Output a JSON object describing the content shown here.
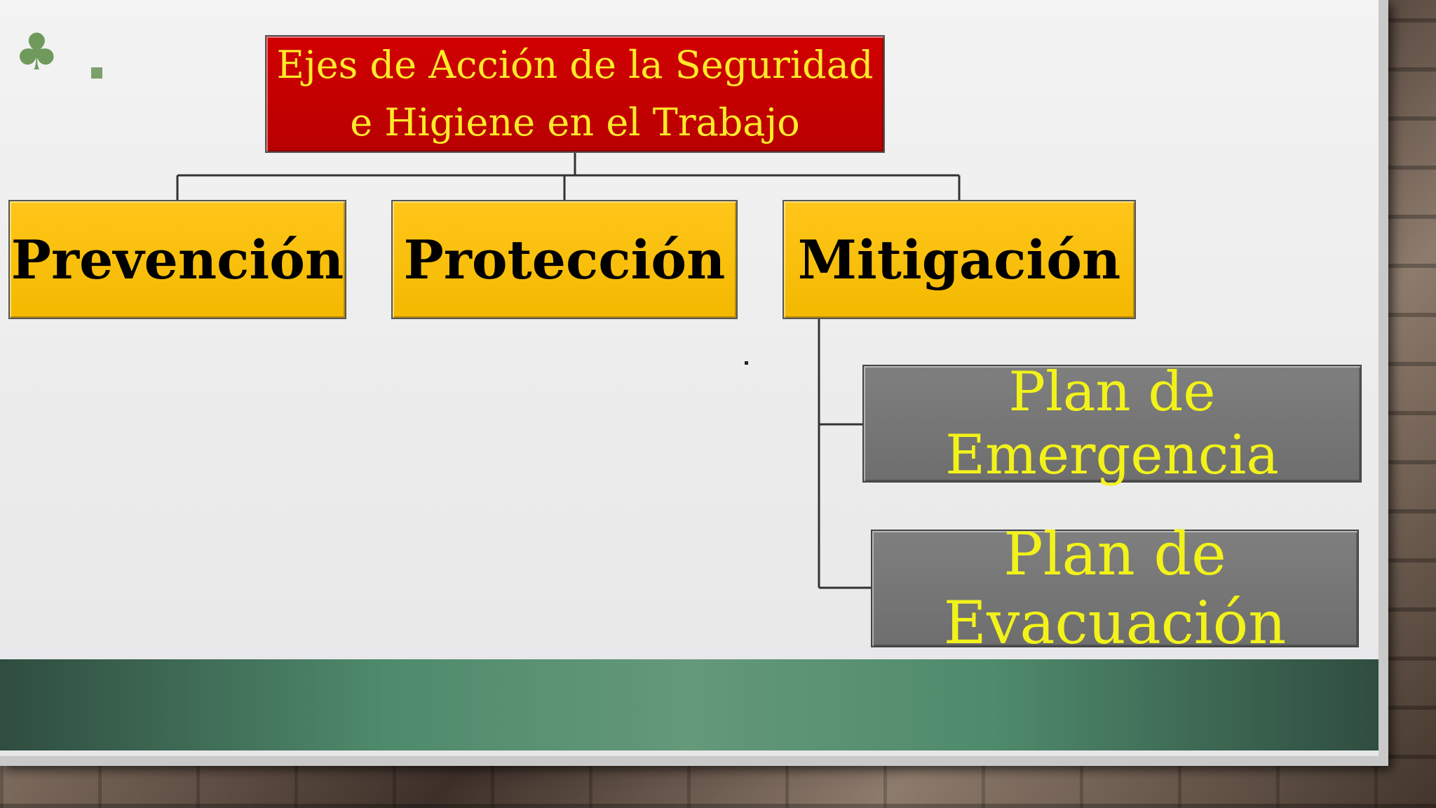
{
  "slide": {
    "bullet_symbol": "♣",
    "colors": {
      "root_fill": "#c00000",
      "root_text": "#ffea2a",
      "level1_fill": "#ffc000",
      "level1_text": "#000000",
      "level2_fill": "#777777",
      "level2_text": "#f2f21a",
      "footer_band": "#5f9677",
      "bullet": "#6f9a5c"
    }
  },
  "diagram": {
    "root": {
      "label": "Ejes de Acción de la Seguridad e Higiene en el Trabajo"
    },
    "level1": [
      {
        "label": "Prevención"
      },
      {
        "label": "Protección"
      },
      {
        "label": "Mitigación"
      }
    ],
    "mitigacion_children": [
      {
        "label": "Plan de Emergencia"
      },
      {
        "label": "Plan de Evacuación"
      }
    ]
  }
}
